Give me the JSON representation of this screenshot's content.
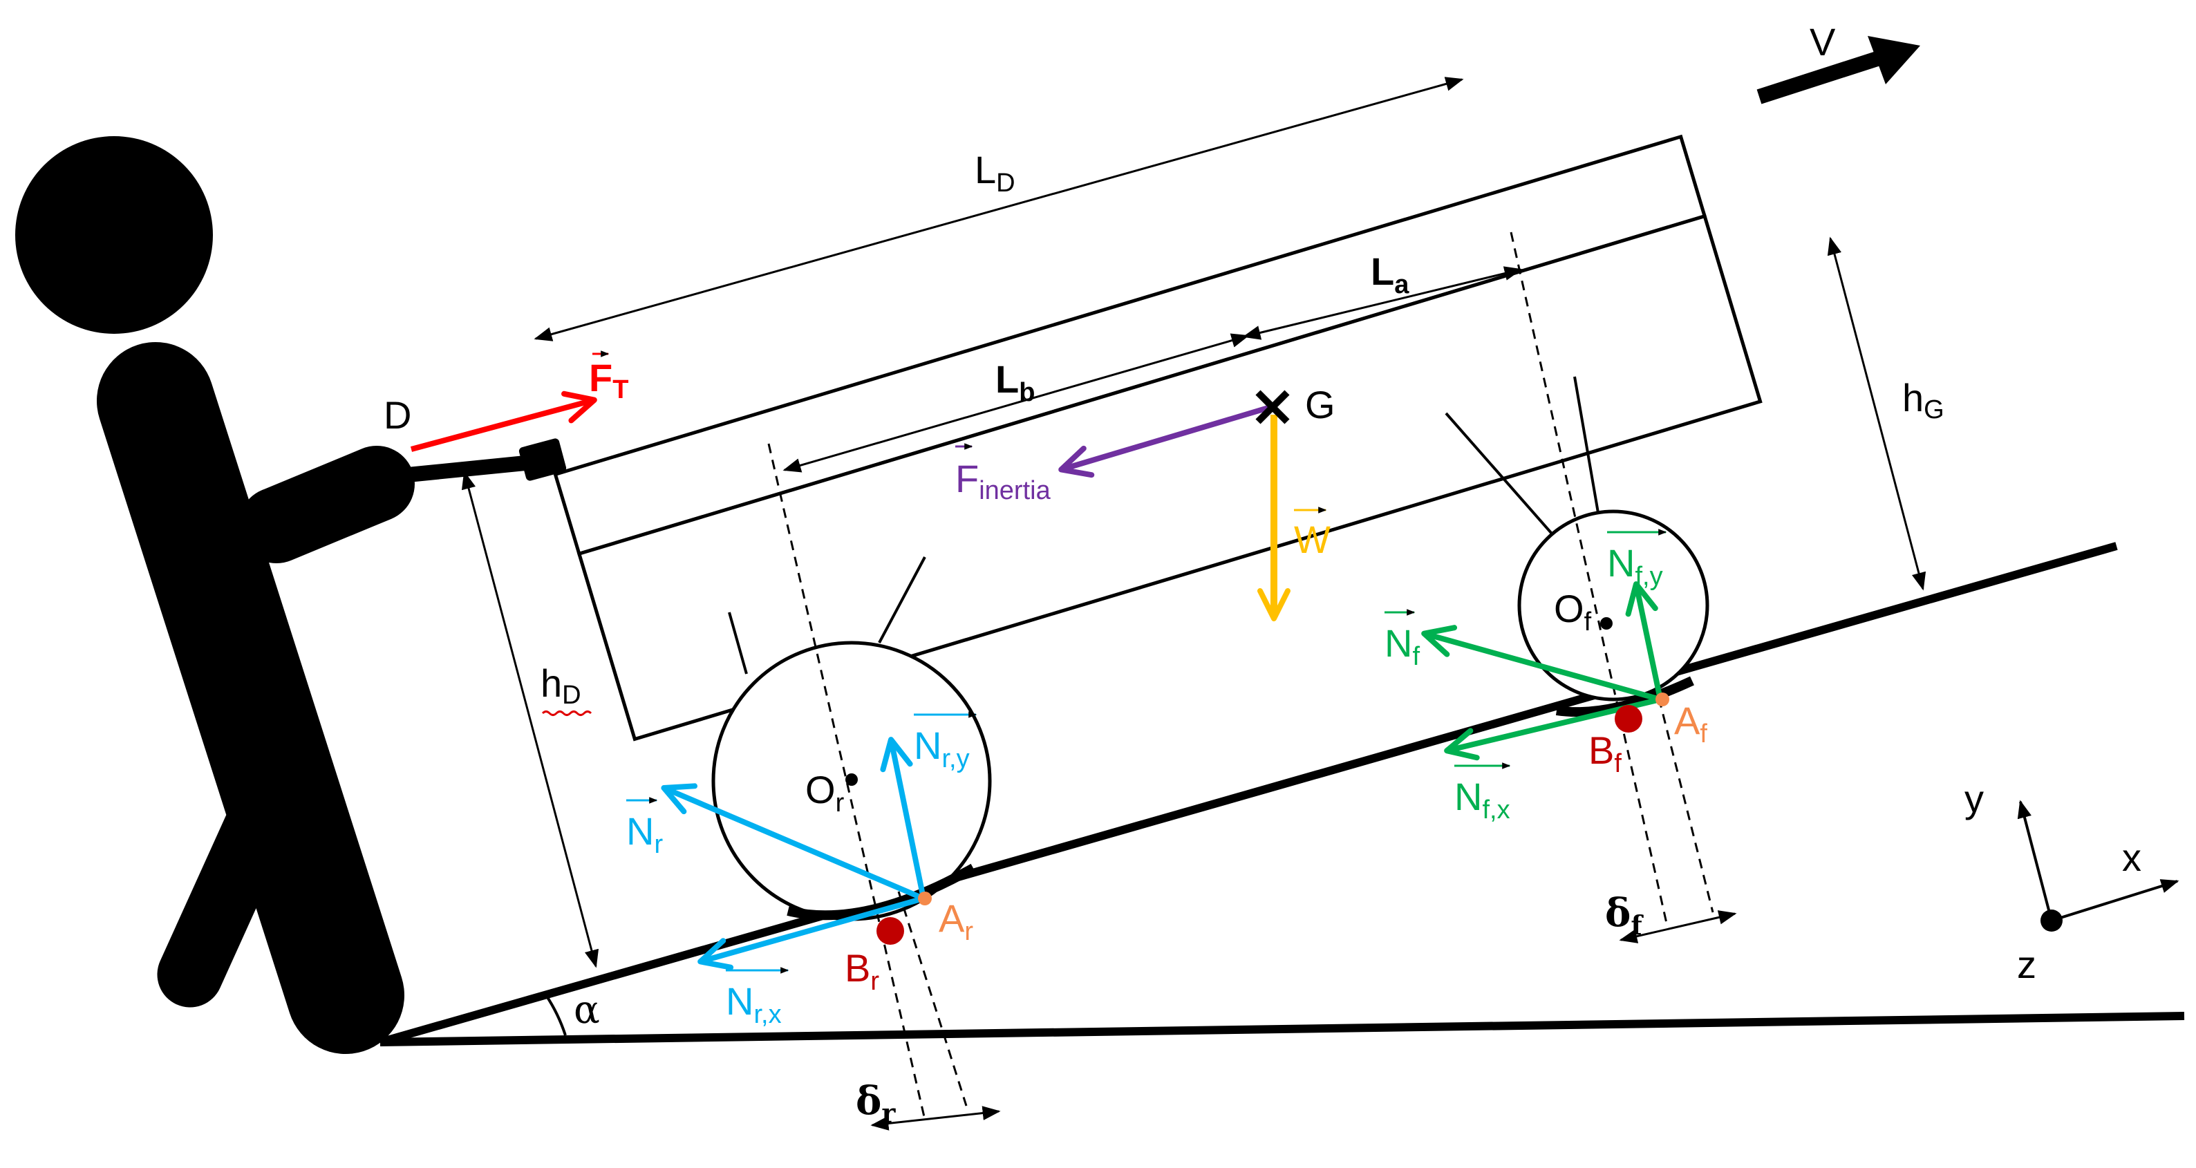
{
  "labels": {
    "D": "D",
    "G": "G",
    "V": "V",
    "L_D_main": "L",
    "L_D_sub": "D",
    "L_a_main": "L",
    "L_a_sub": "a",
    "L_b_main": "L",
    "L_b_sub": "b",
    "h_G_main": "h",
    "h_G_sub": "G",
    "h_D_main": "h",
    "h_D_sub": "D",
    "F_T_main": "F",
    "F_T_sub": "T",
    "F_inertia_main": "F",
    "F_inertia_sub": "inertia",
    "W": "W",
    "O_r_main": "O",
    "O_r_sub": "r",
    "O_f_main": "O",
    "O_f_sub": "f",
    "A_r_main": "A",
    "A_r_sub": "r",
    "A_f_main": "A",
    "A_f_sub": "f",
    "B_r_main": "B",
    "B_r_sub": "r",
    "B_f_main": "B",
    "B_f_sub": "f",
    "N_r_main": "N",
    "N_r_sub": "r",
    "N_rx_main": "N",
    "N_rx_sub": "r,x",
    "N_ry_main": "N",
    "N_ry_sub": "r,y",
    "N_f_main": "N",
    "N_f_sub": "f",
    "N_fx_main": "N",
    "N_fx_sub": "f,x",
    "N_fy_main": "N",
    "N_fy_sub": "f,y",
    "delta_r_main": "δ",
    "delta_r_sub": "r",
    "delta_f_main": "δ",
    "delta_f_sub": "f",
    "alpha": "α",
    "axis_x": "x",
    "axis_y": "y",
    "axis_z": "z"
  },
  "colors": {
    "red_force": "#ff0000",
    "purple_force": "#7030a0",
    "yellow_force": "#ffc000",
    "blue_force": "#00b0f0",
    "green_force": "#00b050",
    "contact_orange": "#f4894a",
    "contact_red": "#c00000",
    "black": "#000000"
  }
}
